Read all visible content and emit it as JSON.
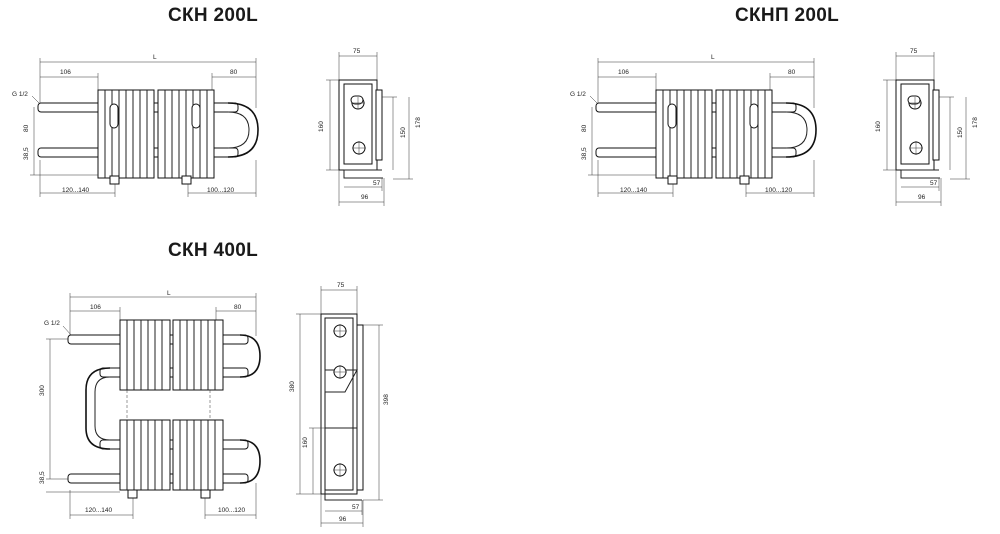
{
  "titles": {
    "top_left": "СКН 200L",
    "top_right": "СКНП 200L",
    "bottom": "СКН 400L"
  },
  "dims": {
    "L": "L",
    "d106": "106",
    "d80": "80",
    "thread": "G 1/2",
    "d38_5": "38,5",
    "d120_140": "120...140",
    "d100_120": "100...120",
    "d75": "75",
    "d160": "160",
    "d150": "150",
    "d178": "178",
    "d57": "57",
    "d96": "96",
    "d300": "300",
    "d380": "380",
    "d398": "398"
  }
}
